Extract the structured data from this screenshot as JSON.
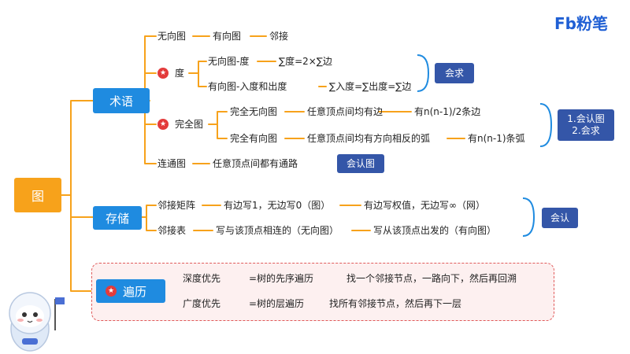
{
  "brand": {
    "logo_text": "Fb粉笔"
  },
  "root": {
    "label": "图"
  },
  "terms": {
    "label": "术语",
    "undirected_line": {
      "a": "无向图",
      "b": "有向图",
      "c": "邻接"
    },
    "degree": {
      "label": "度",
      "row1": {
        "a": "无向图-度",
        "b": "∑度=2×∑边"
      },
      "row2": {
        "a": "有向图-入度和出度",
        "b": "∑入度=∑出度=∑边"
      },
      "note": "会求"
    },
    "complete": {
      "label": "完全图",
      "row1": {
        "a": "完全无向图",
        "b": "任意顶点间均有边",
        "c": "有n(n-1)/2条边"
      },
      "row2": {
        "a": "完全有向图",
        "b": "任意顶点间均有方向相反的弧",
        "c": "有n(n-1)条弧"
      },
      "note_line1": "1.会认图",
      "note_line2": "2.会求"
    },
    "connected": {
      "a": "连通图",
      "b": "任意顶点间都有通路",
      "note": "会认图"
    }
  },
  "storage": {
    "label": "存储",
    "matrix": {
      "a": "邻接矩阵",
      "b": "有边写1，无边写0（图）",
      "c": "有边写权值，无边写∞（网）"
    },
    "list": {
      "a": "邻接表",
      "b": "写与该顶点相连的（无向图）",
      "c": "写从该顶点出发的（有向图）"
    },
    "note": "会认"
  },
  "traversal": {
    "label": "遍历",
    "dfs": {
      "a": "深度优先",
      "b": "=树的先序遍历",
      "c": "找一个邻接节点，一路向下，然后再回溯"
    },
    "bfs": {
      "a": "广度优先",
      "b": "=树的层遍历",
      "c": "找所有邻接节点，然后再下一层"
    }
  },
  "colors": {
    "orange": "#f7a21b",
    "blue": "#1f8be0",
    "navy": "#3456a8",
    "red": "#e33b3b"
  },
  "icons": {
    "star": "star-icon"
  }
}
